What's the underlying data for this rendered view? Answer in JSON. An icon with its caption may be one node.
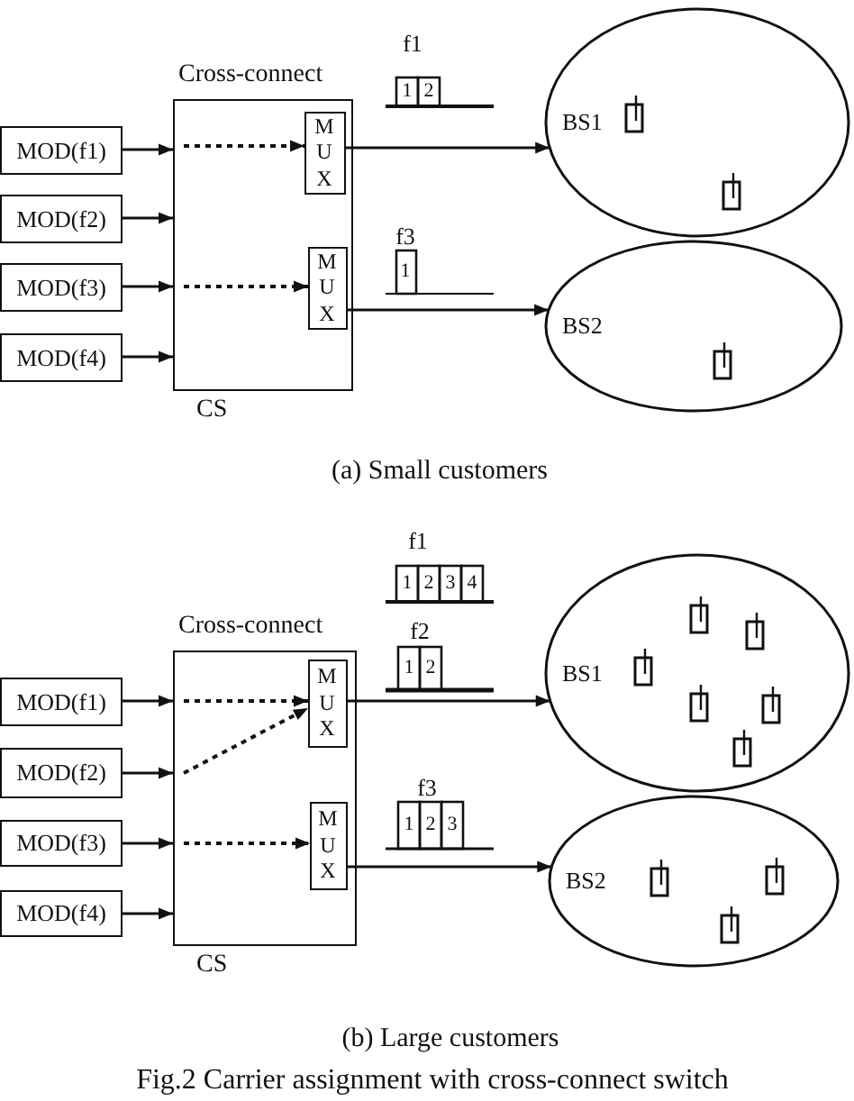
{
  "diagram": {
    "caption": "Fig.2 Carrier assignment with cross-connect switch",
    "nodes": [
      {
        "text": [
          "Cross-connect",
          "CS"
        ]
      },
      {
        "text": [
          "MOD(f1)"
        ]
      },
      {
        "text": [
          "MOD(f2)"
        ]
      },
      {
        "text": [
          "MOD(f3)"
        ]
      },
      {
        "text": [
          "MOD(f4)"
        ]
      },
      {
        "text": [
          "MUX"
        ],
        "in": 0
      },
      {
        "text": [
          "MUX"
        ],
        "in": 0
      },
      {
        "text": [
          "BS1"
        ]
      },
      {
        "text": [
          "BS2"
        ]
      },
      {
        "text": [
          "Cross-connect",
          "CS"
        ]
      },
      {
        "text": [
          "MOD(f1)"
        ]
      },
      {
        "text": [
          "MOD(f2)"
        ]
      },
      {
        "text": [
          "MOD(f3)"
        ]
      },
      {
        "text": [
          "MOD(f4)"
        ]
      },
      {
        "text": [
          "MUX"
        ],
        "in": 9
      },
      {
        "text": [
          "MUX"
        ],
        "in": 9
      },
      {
        "text": [
          "BS1"
        ]
      },
      {
        "text": [
          "BS2"
        ]
      }
    ],
    "edges": [
      {
        "from": 1,
        "to": 0,
        "arrow": "to"
      },
      {
        "from": 2,
        "to": 0,
        "arrow": "to"
      },
      {
        "from": 3,
        "to": 0,
        "arrow": "to"
      },
      {
        "from": 4,
        "to": 0,
        "arrow": "to"
      },
      {
        "from": 0,
        "to": 5,
        "arrow": "to",
        "style": "dashed"
      },
      {
        "from": 0,
        "to": 6,
        "arrow": "to",
        "style": "dashed"
      },
      {
        "from": 5,
        "to": 7,
        "arrow": "to"
      },
      {
        "from": 6,
        "to": 8,
        "arrow": "to"
      },
      {
        "from": 10,
        "to": 9,
        "arrow": "to"
      },
      {
        "from": 11,
        "to": 9,
        "arrow": "to"
      },
      {
        "from": 12,
        "to": 9,
        "arrow": "to"
      },
      {
        "from": 13,
        "to": 9,
        "arrow": "to"
      },
      {
        "from": 9,
        "to": 14,
        "arrow": "to",
        "style": "dashed"
      },
      {
        "from": 9,
        "to": 14,
        "arrow": "to",
        "style": "dashed"
      },
      {
        "from": 9,
        "to": 15,
        "arrow": "to",
        "style": "dashed"
      },
      {
        "from": 14,
        "to": 16,
        "arrow": "to"
      },
      {
        "from": 15,
        "to": 17,
        "arrow": "to"
      }
    ],
    "labels": [
      "f1",
      "1",
      "2",
      "f3",
      "1",
      "(a) Small customers",
      "f1",
      "1",
      "2",
      "3",
      "4",
      "f2",
      "1",
      "2",
      "f3",
      "1",
      "2",
      "3",
      "(b) Large customers"
    ]
  }
}
